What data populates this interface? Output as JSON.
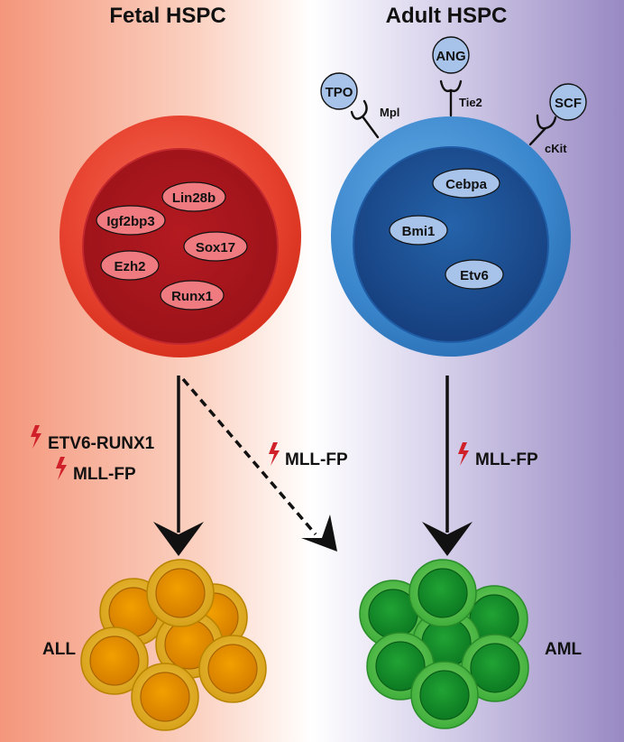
{
  "titles": {
    "fetal": "Fetal HSPC",
    "adult": "Adult HSPC"
  },
  "fetal_cell": {
    "factors": [
      "Lin28b",
      "Igf2bp3",
      "Sox17",
      "Ezh2",
      "Runx1"
    ]
  },
  "adult_cell": {
    "factors": [
      "Cebpa",
      "Bmi1",
      "Etv6"
    ],
    "ligands": [
      "TPO",
      "ANG",
      "SCF"
    ],
    "receptors": [
      "Mpl",
      "Tie2",
      "cKit"
    ]
  },
  "arrows": {
    "left_labels": [
      "ETV6-RUNX1",
      "MLL-FP"
    ],
    "middle_label": "MLL-FP",
    "right_label": "MLL-FP"
  },
  "outcomes": {
    "left": "ALL",
    "right": "AML"
  },
  "colors": {
    "background_left": "#f4977d",
    "background_right": "#9b8cc4",
    "fetal_outer": "#e8412f",
    "fetal_inner": "#a8141b",
    "fetal_factor": "#ef7b80",
    "adult_outer": "#3d8bd1",
    "adult_inner": "#1a4f93",
    "adult_factor": "#a7c3ea",
    "all_cluster": "#eca400",
    "aml_cluster": "#1fa033",
    "lightning": "#d0202a"
  }
}
